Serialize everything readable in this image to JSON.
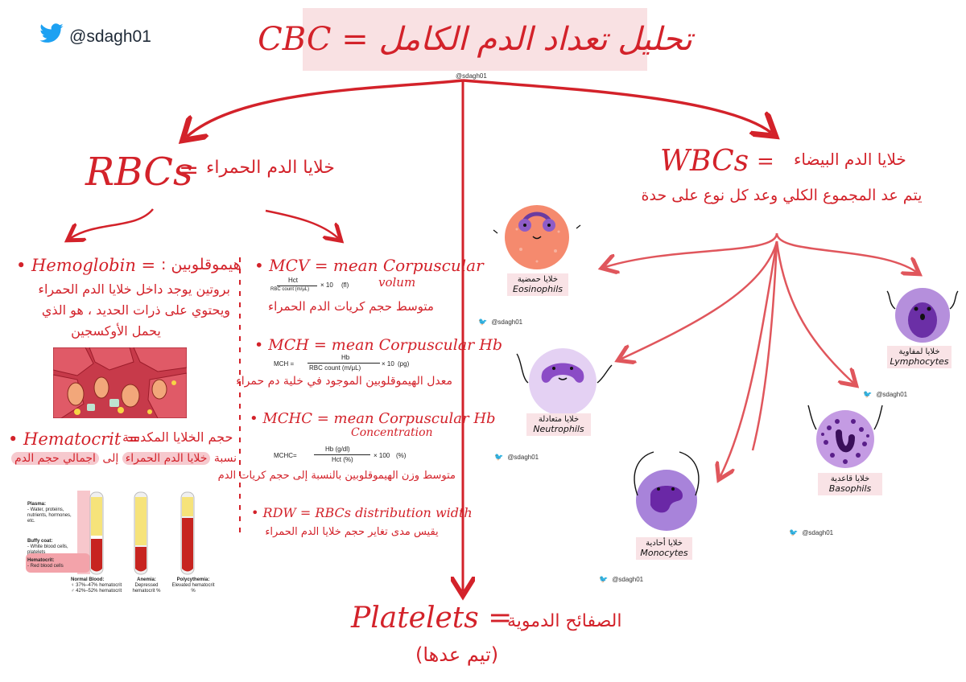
{
  "title": "CBC = تحليل تعداد الدم الكامل",
  "twitter_handle": "@sdagh01",
  "small_handle": "@sdagh01",
  "rbc": {
    "heading": "RBCs",
    "heading_eq": "=",
    "heading_ar": "خلايا الدم الحمراء",
    "hemoglobin": {
      "label": "• Hemoglobin =",
      "ar_name": "هيموقلوبين :",
      "desc_line1": "بروتين يوجد داخل خلايا الدم الحمراء",
      "desc_line2": "ويحتوي على ذرات الحديد ، هو الذي",
      "desc_line3": "يحمل الأوكسجين"
    },
    "hematocrit": {
      "label": "• Hematocrit =",
      "ar_name": "حجم الخلايا المكدسة",
      "desc_a": "نسبة",
      "desc_b": "خلايا الدم الحمراء",
      "desc_c": "إلى",
      "desc_d": "اجمالي حجم الدم"
    },
    "tubes": {
      "plasma_title": "Plasma:",
      "plasma_desc": "- Water, proteins, nutrients, hormones, etc.",
      "buffy_title": "Buffy coat:",
      "buffy_desc": "- White blood cells, platelets",
      "hct_title": "Hematocrit:",
      "hct_desc": "- Red blood cells",
      "normal_title": "Normal Blood:",
      "normal_f": "♀ 37%–47% hematocrit",
      "normal_m": "♂ 42%–52% hematocrit",
      "anemia_title": "Anemia:",
      "anemia_desc": "Depressed hematocrit %",
      "poly_title": "Polycythemia:",
      "poly_desc": "Elevated hematocrit %"
    },
    "mcv": {
      "label": "• MCV = mean Corpuscular",
      "label2": "volum",
      "formula_num": "Hct",
      "formula_den": "RBC count (m/μL)",
      "formula_mult": "× 10",
      "formula_unit": "(fl)",
      "ar": "متوسط حجم كريات الدم الحمراء"
    },
    "mch": {
      "label": "• MCH = mean Corpuscular Hb",
      "formula_lhs": "MCH =",
      "formula_num": "Hb",
      "formula_den": "RBC count (m/μL)",
      "formula_mult": "× 10",
      "formula_unit": "(pg)",
      "ar": "معدل الهيموقلوبين الموجود في خلية دم حمراء"
    },
    "mchc": {
      "label": "• MCHC = mean Corpuscular Hb",
      "label2": "Concentration",
      "formula_lhs": "MCHC=",
      "formula_num": "Hb (g/dl)",
      "formula_den": "Hct (%)",
      "formula_mult": "× 100",
      "formula_unit": "(%)",
      "ar": "متوسط وزن الهيموقلوبين بالنسبة إلى حجم كريات الدم"
    },
    "rdw": {
      "label": "• RDW = RBCs distribution width",
      "ar": "يقيس مدى تغاير حجم خلايا الدم الحمراء"
    }
  },
  "wbc": {
    "heading": "WBCs",
    "heading_eq": "=",
    "heading_ar": "خلايا الدم البيضاء",
    "subheading": "يتم عد المجموع الكلي وعد كل نوع على حدة",
    "cells": [
      {
        "ar": "خلايا حمضية",
        "en": "Eosinophils"
      },
      {
        "ar": "خلايا لمفاوية",
        "en": "Lymphocytes"
      },
      {
        "ar": "خلايا متعادلة",
        "en": "Neutrophils"
      },
      {
        "ar": "خلايا قاعدية",
        "en": "Basophils"
      },
      {
        "ar": "خلايا أحادية",
        "en": "Monocytes"
      }
    ]
  },
  "platelets": {
    "label": "Platelets =",
    "ar": "الصفائح الدموية",
    "note": "(تيم عدها)"
  },
  "colors": {
    "accent": "#d3222a",
    "highlight": "#f6c9ce",
    "title_bg": "#f9e1e3",
    "eosinophil": "#f58a6e",
    "lymph_purple": "#a77fd2",
    "neutro_lilac": "#e2cdf1",
    "twitter": "#1da1f2"
  }
}
